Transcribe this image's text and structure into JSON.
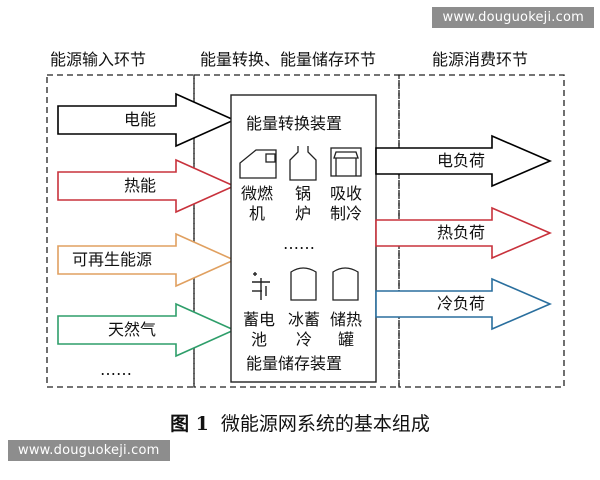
{
  "watermark": "www.douguokeji.com",
  "sections": {
    "input": "能源输入环节",
    "conversion": "能量转换、能量储存环节",
    "consumption": "能源消费环节"
  },
  "inputs": [
    {
      "label": "电能",
      "color": "#000000"
    },
    {
      "label": "热能",
      "color": "#c8323c"
    },
    {
      "label": "可再生能源",
      "color": "#e0a060"
    },
    {
      "label": "天然气",
      "color": "#2e9e6a"
    },
    {
      "label": "……"
    }
  ],
  "conversion_box": {
    "title": "能量转换装置",
    "devices": [
      "微燃\n机",
      "锅\n炉",
      "吸收\n制冷"
    ],
    "ellipsis": "……",
    "storage_devices": [
      "蓄电\n池",
      "冰蓄\n冷",
      "储热\n罐"
    ],
    "storage_title": "能量储存装置"
  },
  "outputs": [
    {
      "label": "电负荷",
      "color": "#000000"
    },
    {
      "label": "热负荷",
      "color": "#c8323c"
    },
    {
      "label": "冷负荷",
      "color": "#2a6f9e"
    }
  ],
  "caption": {
    "fig": "图 1",
    "text": "微能源网系统的基本组成"
  }
}
